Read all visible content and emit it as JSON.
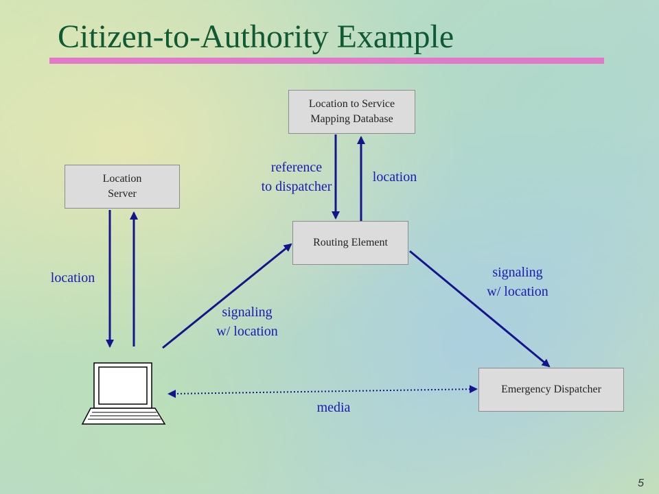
{
  "title": "Citizen-to-Authority Example",
  "nodes": {
    "mapping_db": "Location to Service\nMapping Database",
    "location_server": "Location\nServer",
    "routing_element": "Routing Element",
    "emergency_dispatcher": "Emergency Dispatcher"
  },
  "edge_labels": {
    "reference_to_dispatcher": "reference\nto dispatcher",
    "location_top": "location",
    "location_left": "location",
    "signaling_left": "signaling\nw/ location",
    "signaling_right": "signaling\nw/ location",
    "media": "media"
  },
  "page_number": "5",
  "colors": {
    "title": "#0e5a32",
    "accent_rule": "#e07ac8",
    "arrow": "#14148c",
    "label": "#1a1ab4"
  },
  "icons": {
    "endpoint": "laptop-icon"
  }
}
